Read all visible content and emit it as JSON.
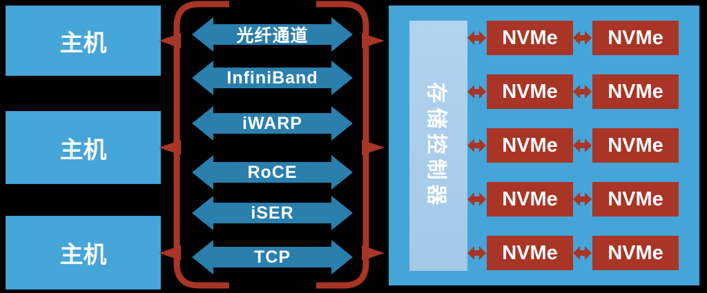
{
  "diagram": {
    "description_colors": {
      "background": "#000000",
      "box_blue": "#45a5d8",
      "transport_arrow_blue": "#2a7fad",
      "controller_panel_light_blue": "#a9cdec",
      "brace_and_nvme_red": "#a93526",
      "text": "#ffffff"
    },
    "hosts": [
      {
        "label": "主机"
      },
      {
        "label": "主机"
      },
      {
        "label": "主机"
      }
    ],
    "transports": [
      {
        "label": "光纤通道"
      },
      {
        "label": "InfiniBand"
      },
      {
        "label": "iWARP"
      },
      {
        "label": "RoCE"
      },
      {
        "label": "iSER"
      },
      {
        "label": "TCP"
      }
    ],
    "storage": {
      "controller_label": "存储控制器",
      "nvme_label": "NVMe",
      "nvme_rows": 5,
      "nvme_columns": 2
    }
  }
}
